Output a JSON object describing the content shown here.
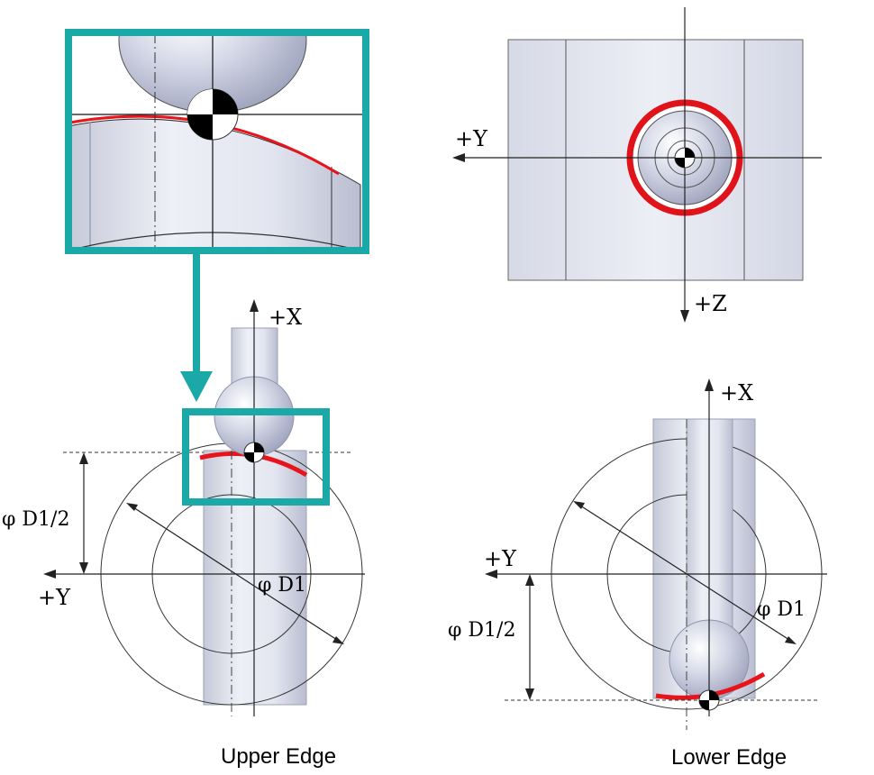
{
  "labels": {
    "plus_x": "+X",
    "plus_y": "+Y",
    "plus_z": "+Z",
    "phi_d1": "φ D1",
    "phi_d1_half": "φ D1/2"
  },
  "captions": {
    "upper_edge": "Upper Edge",
    "lower_edge": "Lower Edge"
  },
  "colors": {
    "teal_frame": "#1aa9a6",
    "red_arc": "#e8141b",
    "ring_red": "#e0121a",
    "metal_light": "#e6e8f2",
    "metal_mid": "#c9ccdb",
    "metal_dark": "#9da2b8"
  },
  "icons": {
    "probe_center": "black-white-quadrant-target-icon"
  }
}
